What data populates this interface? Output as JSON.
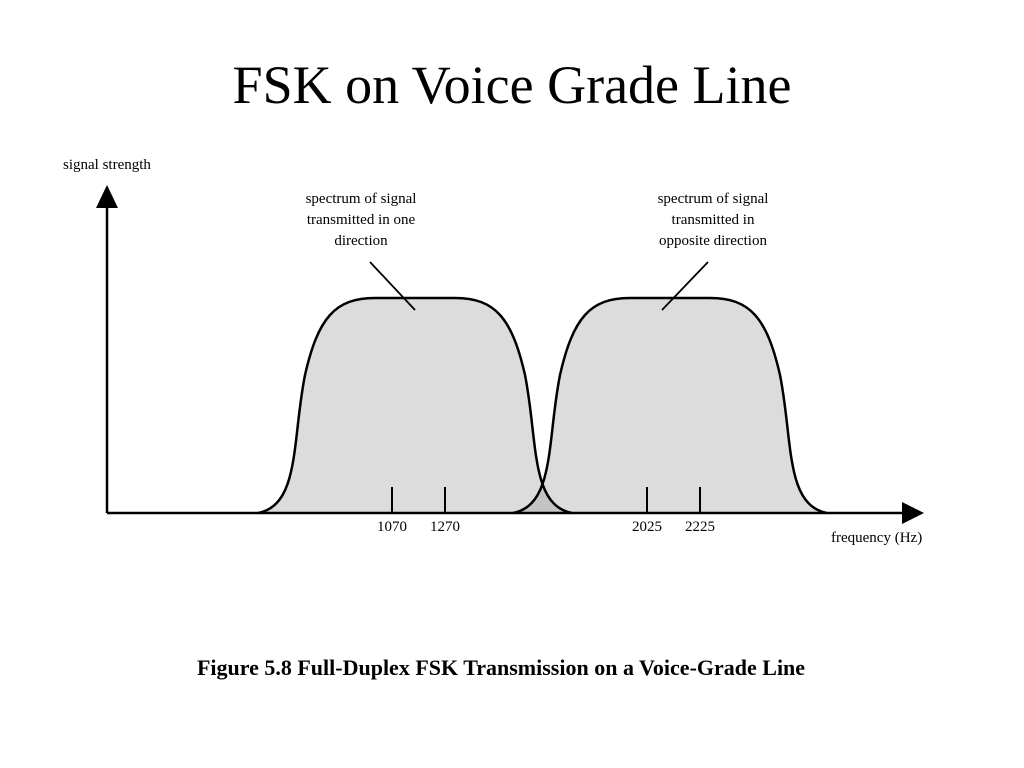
{
  "slide": {
    "title": "FSK on Voice Grade Line"
  },
  "figure": {
    "y_axis_label": "signal strength",
    "x_axis_label": "frequency (Hz)",
    "ticks": [
      "1070",
      "1270",
      "2025",
      "2225"
    ],
    "callouts": [
      {
        "lines": [
          "spectrum of signal",
          "transmitted in one",
          "direction"
        ]
      },
      {
        "lines": [
          "spectrum of signal",
          "transmitted in",
          "opposite direction"
        ]
      }
    ],
    "colors": {
      "spectrum_fill": "#dcdcdc",
      "ink": "#000000"
    },
    "caption": "Figure 5.8  Full-Duplex FSK Transmission on a Voice-Grade Line"
  }
}
